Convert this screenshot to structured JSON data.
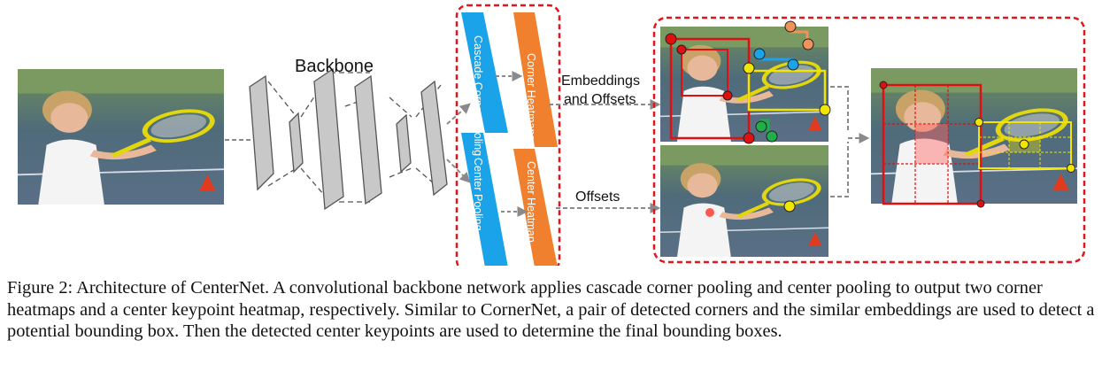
{
  "figure": {
    "backbone_label": "Backbone",
    "blocks": {
      "cascade_corner_pooling": "Cascade Corner Pooling",
      "corner_heatmaps": "Corner Heatmaps",
      "center_pooling": "Center Pooling",
      "center_heatmap": "Center Heatmap"
    },
    "arrow_labels": {
      "embeddings_line1": "Embeddings",
      "embeddings_line2": "and Offsets",
      "offsets": "Offsets"
    },
    "colors": {
      "cyan_block": "#1aa3e8",
      "orange_block": "#f07f2e",
      "red_dashed_box": "#e3141b",
      "backbone_fill": "#c8c8c8",
      "yellow_box": "#f2e600",
      "red_box": "#e01010"
    }
  },
  "caption": {
    "text": "Figure 2: Architecture of CenterNet. A convolutional backbone network applies cascade corner pooling and center pooling to output two corner heatmaps and a center keypoint heatmap, respectively. Similar to CornerNet, a pair of detected corners and the similar embeddings are used to detect a potential bounding box. Then the detected center keypoints are used to determine the final bounding boxes."
  }
}
